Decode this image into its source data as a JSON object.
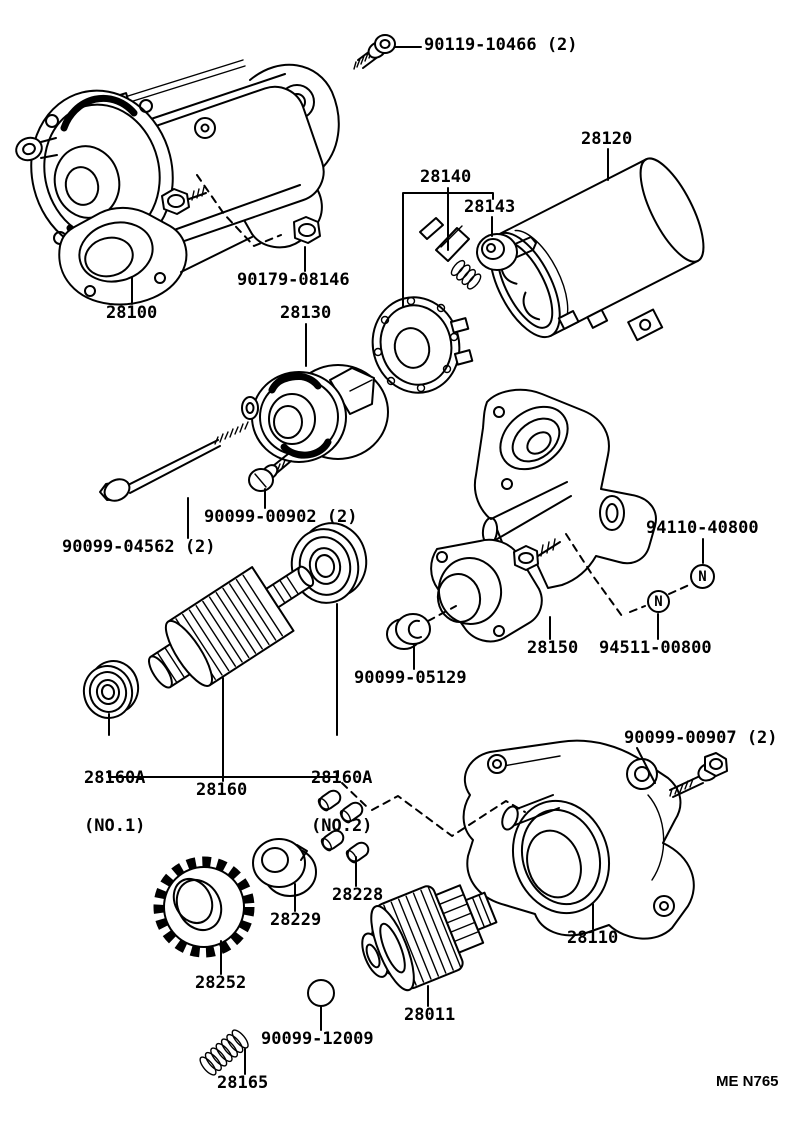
{
  "sheet": {
    "code": "ME N765"
  },
  "colors": {
    "line": "#000000",
    "background": "#ffffff"
  },
  "symbols": {
    "nut_upper": "N",
    "nut_lower": "N"
  },
  "labels": {
    "l90119": {
      "text": "90119-10466 (2)"
    },
    "l28120": {
      "text": "28120"
    },
    "l28140": {
      "text": "28140"
    },
    "l28143": {
      "text": "28143"
    },
    "l90179": {
      "text": "90179-08146"
    },
    "l28100": {
      "text": "28100"
    },
    "l28130": {
      "text": "28130"
    },
    "l90099_00902": {
      "text": "90099-00902 (2)"
    },
    "l90099_04562": {
      "text": "90099-04562 (2)"
    },
    "l94110": {
      "text": "94110-40800"
    },
    "l28150": {
      "text": "28150"
    },
    "l94511": {
      "text": "94511-00800"
    },
    "l90099_05129": {
      "text": "90099-05129"
    },
    "l28160a_no1": {
      "line1": "28160A",
      "line2": "(NO.1)"
    },
    "l28160a_no2": {
      "line1": "28160A",
      "line2": "(NO.2)"
    },
    "l28160": {
      "text": "28160"
    },
    "l90099_00907": {
      "text": "90099-00907 (2)"
    },
    "l28228": {
      "text": "28228"
    },
    "l28229": {
      "text": "28229"
    },
    "l28252": {
      "text": "28252"
    },
    "l28011": {
      "text": "28011"
    },
    "l90099_12009": {
      "text": "90099-12009"
    },
    "l28165": {
      "text": "28165"
    },
    "l28110": {
      "text": "28110"
    }
  }
}
